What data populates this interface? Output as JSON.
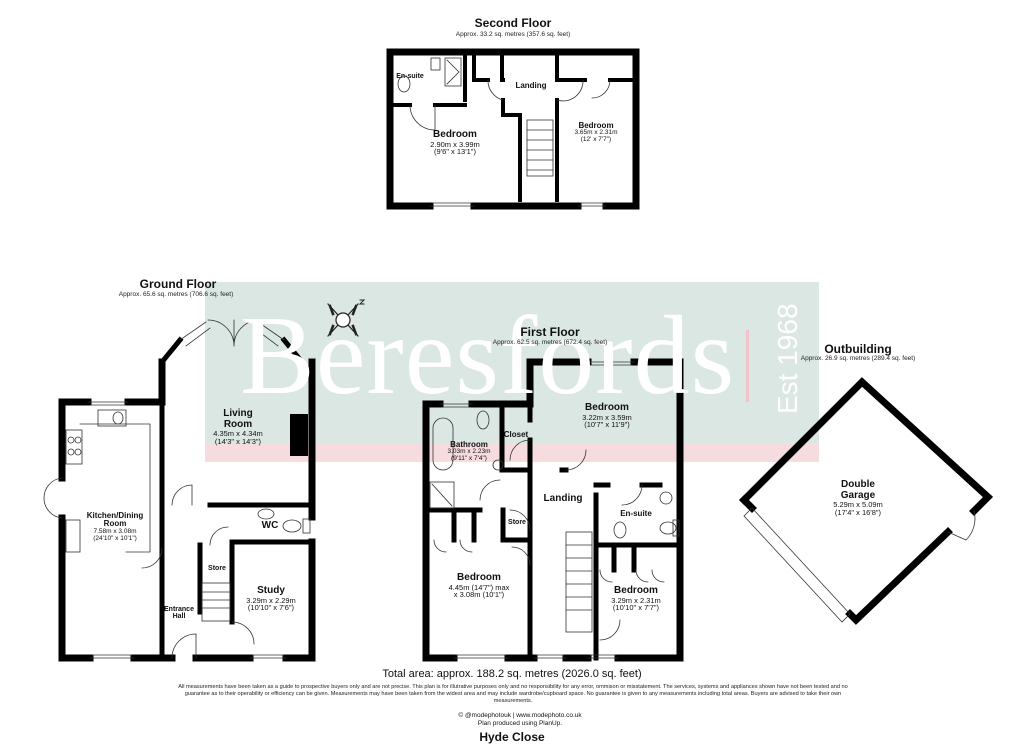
{
  "watermark": {
    "brand": "Beresfords",
    "established": "Est 1968",
    "colors": {
      "box": "#dbe7e3",
      "band": "#f7dcdf",
      "text": "#ffffff"
    }
  },
  "floors": {
    "second": {
      "title": "Second Floor",
      "area": "Approx. 33.2 sq. metres (357.6 sq. feet)",
      "rooms": [
        {
          "name": "En-suite",
          "dims": "",
          "imperial": ""
        },
        {
          "name": "Landing",
          "dims": "",
          "imperial": ""
        },
        {
          "name": "Bedroom",
          "dims": "2.90m x 3.99m",
          "imperial": "(9'6\" x 13'1\")"
        },
        {
          "name": "Bedroom",
          "dims": "3.65m x 2.31m",
          "imperial": "(12' x 7'7\")"
        }
      ]
    },
    "ground": {
      "title": "Ground Floor",
      "area": "Approx. 65.6 sq. metres (706.6 sq. feet)",
      "rooms": [
        {
          "name": "Living",
          "name2": "Room",
          "dims": "4.35m x 4.34m",
          "imperial": "(14'3\" x 14'3\")"
        },
        {
          "name": "Kitchen/Dining",
          "name2": "Room",
          "dims": "7.58m x 3.08m",
          "imperial": "(24'10\" x 10'1\")"
        },
        {
          "name": "WC",
          "dims": "",
          "imperial": ""
        },
        {
          "name": "Store",
          "dims": "",
          "imperial": ""
        },
        {
          "name": "Study",
          "dims": "3.29m x 2.29m",
          "imperial": "(10'10\" x 7'6\")"
        },
        {
          "name": "Entrance",
          "name2": "Hall",
          "dims": "",
          "imperial": ""
        }
      ]
    },
    "first": {
      "title": "First Floor",
      "area": "Approx. 62.5 sq. metres (672.4 sq. feet)",
      "rooms": [
        {
          "name": "Bedroom",
          "dims": "3.22m x 3.59m",
          "imperial": "(10'7\" x 11'9\")"
        },
        {
          "name": "Bathroom",
          "dims": "3.03m x 2.23m",
          "imperial": "(9'11\" x 7'4\")"
        },
        {
          "name": "Closet",
          "dims": "",
          "imperial": ""
        },
        {
          "name": "Landing",
          "dims": "",
          "imperial": ""
        },
        {
          "name": "Store",
          "dims": "",
          "imperial": ""
        },
        {
          "name": "En-suite",
          "dims": "",
          "imperial": ""
        },
        {
          "name": "Bedroom",
          "dims": "4.45m (14'7\") max",
          "imperial": "x 3.08m (10'1\")"
        },
        {
          "name": "Bedroom",
          "dims": "3.29m x 2.31m",
          "imperial": "(10'10\" x 7'7\")"
        }
      ]
    },
    "outbuilding": {
      "title": "Outbuilding",
      "area": "Approx. 26.9 sq. metres (289.4 sq. feet)",
      "rooms": [
        {
          "name": "Double",
          "name2": "Garage",
          "dims": "5.29m x 5.09m",
          "imperial": "(17'4\" x 16'8\")"
        }
      ]
    }
  },
  "compass": {
    "label": "N"
  },
  "footer": {
    "total_area": "Total area: approx. 188.2 sq. metres (2026.0 sq. feet)",
    "disclaimer": "All measurements have been taken as a guide to prospective buyers only and are not precise. This plan is for illutrative purposes only and no responsibility for any error, ommison or misstatement. The services, systems and appliances shown have not been tested and no guarantee as to their operability or efficiency can be given. Measurements may have been taken from the widest area and may include wardrobe/cupboard space. No guarantee is given to any measurements including total areas. Buyers are advised to take their own measurements.",
    "credit_line1": "© @modephotouk | www.modephoto.co.uk",
    "credit_line2": "Plan produced using PlanUp.",
    "address": "Hyde Close"
  }
}
